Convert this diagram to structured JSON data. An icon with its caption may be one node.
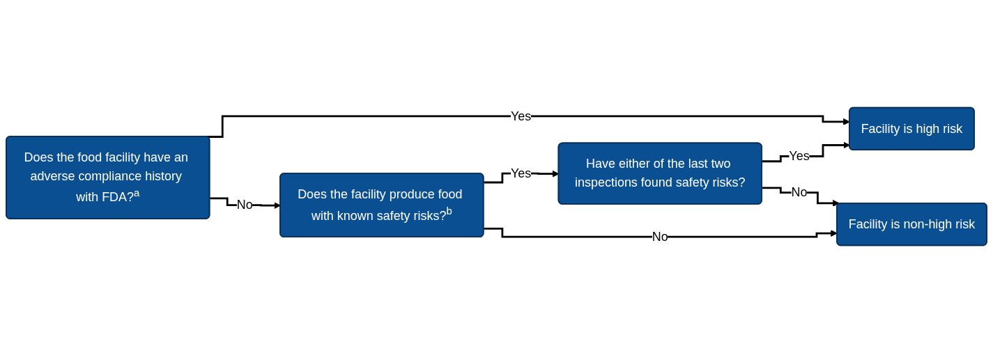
{
  "diagram": {
    "nodes": [
      {
        "text": [
          "Does the food facility have an adverse compliance history with FDA?$^{a}$"
        ]
      },
      {
        "text": [
          "Does the facility produce food with known safety risks?$^{b}$"
        ]
      },
      {
        "text": [
          "Have either of the last two inspections found safety risks?"
        ]
      },
      {
        "text": [
          "Facility is high risk"
        ]
      },
      {
        "text": [
          "Facility is non-high risk"
        ]
      }
    ],
    "edges": [
      {
        "from": 0,
        "to": 3,
        "arrow": "to",
        "label": "Yes"
      },
      {
        "from": 0,
        "to": 1,
        "arrow": "to",
        "label": "No"
      },
      {
        "from": 1,
        "to": 2,
        "arrow": "to",
        "label": "Yes"
      },
      {
        "from": 2,
        "to": 3,
        "arrow": "to",
        "label": "Yes"
      },
      {
        "from": 2,
        "to": 4,
        "arrow": "to",
        "label": "No"
      },
      {
        "from": 1,
        "to": 4,
        "arrow": "to",
        "label": "No"
      }
    ]
  }
}
